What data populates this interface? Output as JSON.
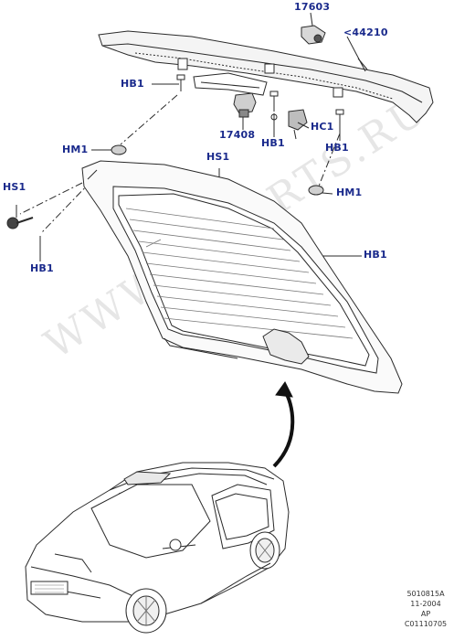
{
  "watermark": "WWW.SSPARTS.RU",
  "callouts": {
    "c17603": "17603",
    "c44210": "<44210",
    "hb1_top": "HB1",
    "c17408": "17408",
    "hb1_center": "HB1",
    "hc1": "HC1",
    "hb1_right": "HB1",
    "hm1_left": "HM1",
    "hs1_center": "HS1",
    "hm1_right": "HM1",
    "hs1_left": "HS1",
    "hb1_glass": "HB1",
    "hb1_left": "HB1"
  },
  "reference": {
    "line1": "5010815A",
    "line2": "11-2004",
    "line3": "AP",
    "line4": "C01110705"
  }
}
